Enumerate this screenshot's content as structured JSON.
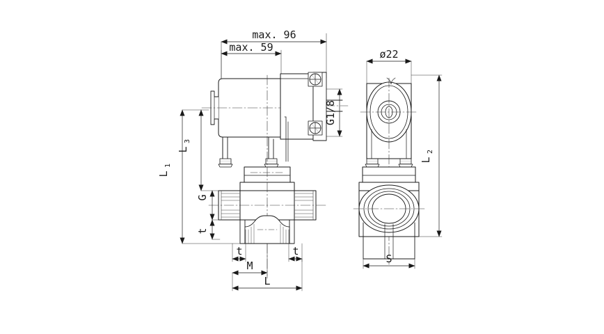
{
  "drawing": {
    "title": "Solenoid valve dimensional drawing",
    "type": "engineering-drawing",
    "background_color": "#ffffff",
    "line_color": "#1a1a1a",
    "views": [
      {
        "name": "front-view",
        "description": "Front elevation of solenoid valve with coil, body and threaded ports"
      },
      {
        "name": "side-view",
        "description": "Side elevation showing circular coil and port face"
      }
    ]
  },
  "dimensions": {
    "max_96": "max. 96",
    "max_59": "max. 59",
    "thread_g18": "G1/8",
    "diameter_22": "ø22",
    "L1": "L",
    "L1_sub": "1",
    "L2": "L",
    "L2_sub": "2",
    "L3": "L",
    "L3_sub": "3",
    "G": "G",
    "t_left": "t",
    "t_mid": "t",
    "t_right": "t",
    "t_vertical": "t",
    "M": "M",
    "L": "L",
    "S": "S"
  }
}
